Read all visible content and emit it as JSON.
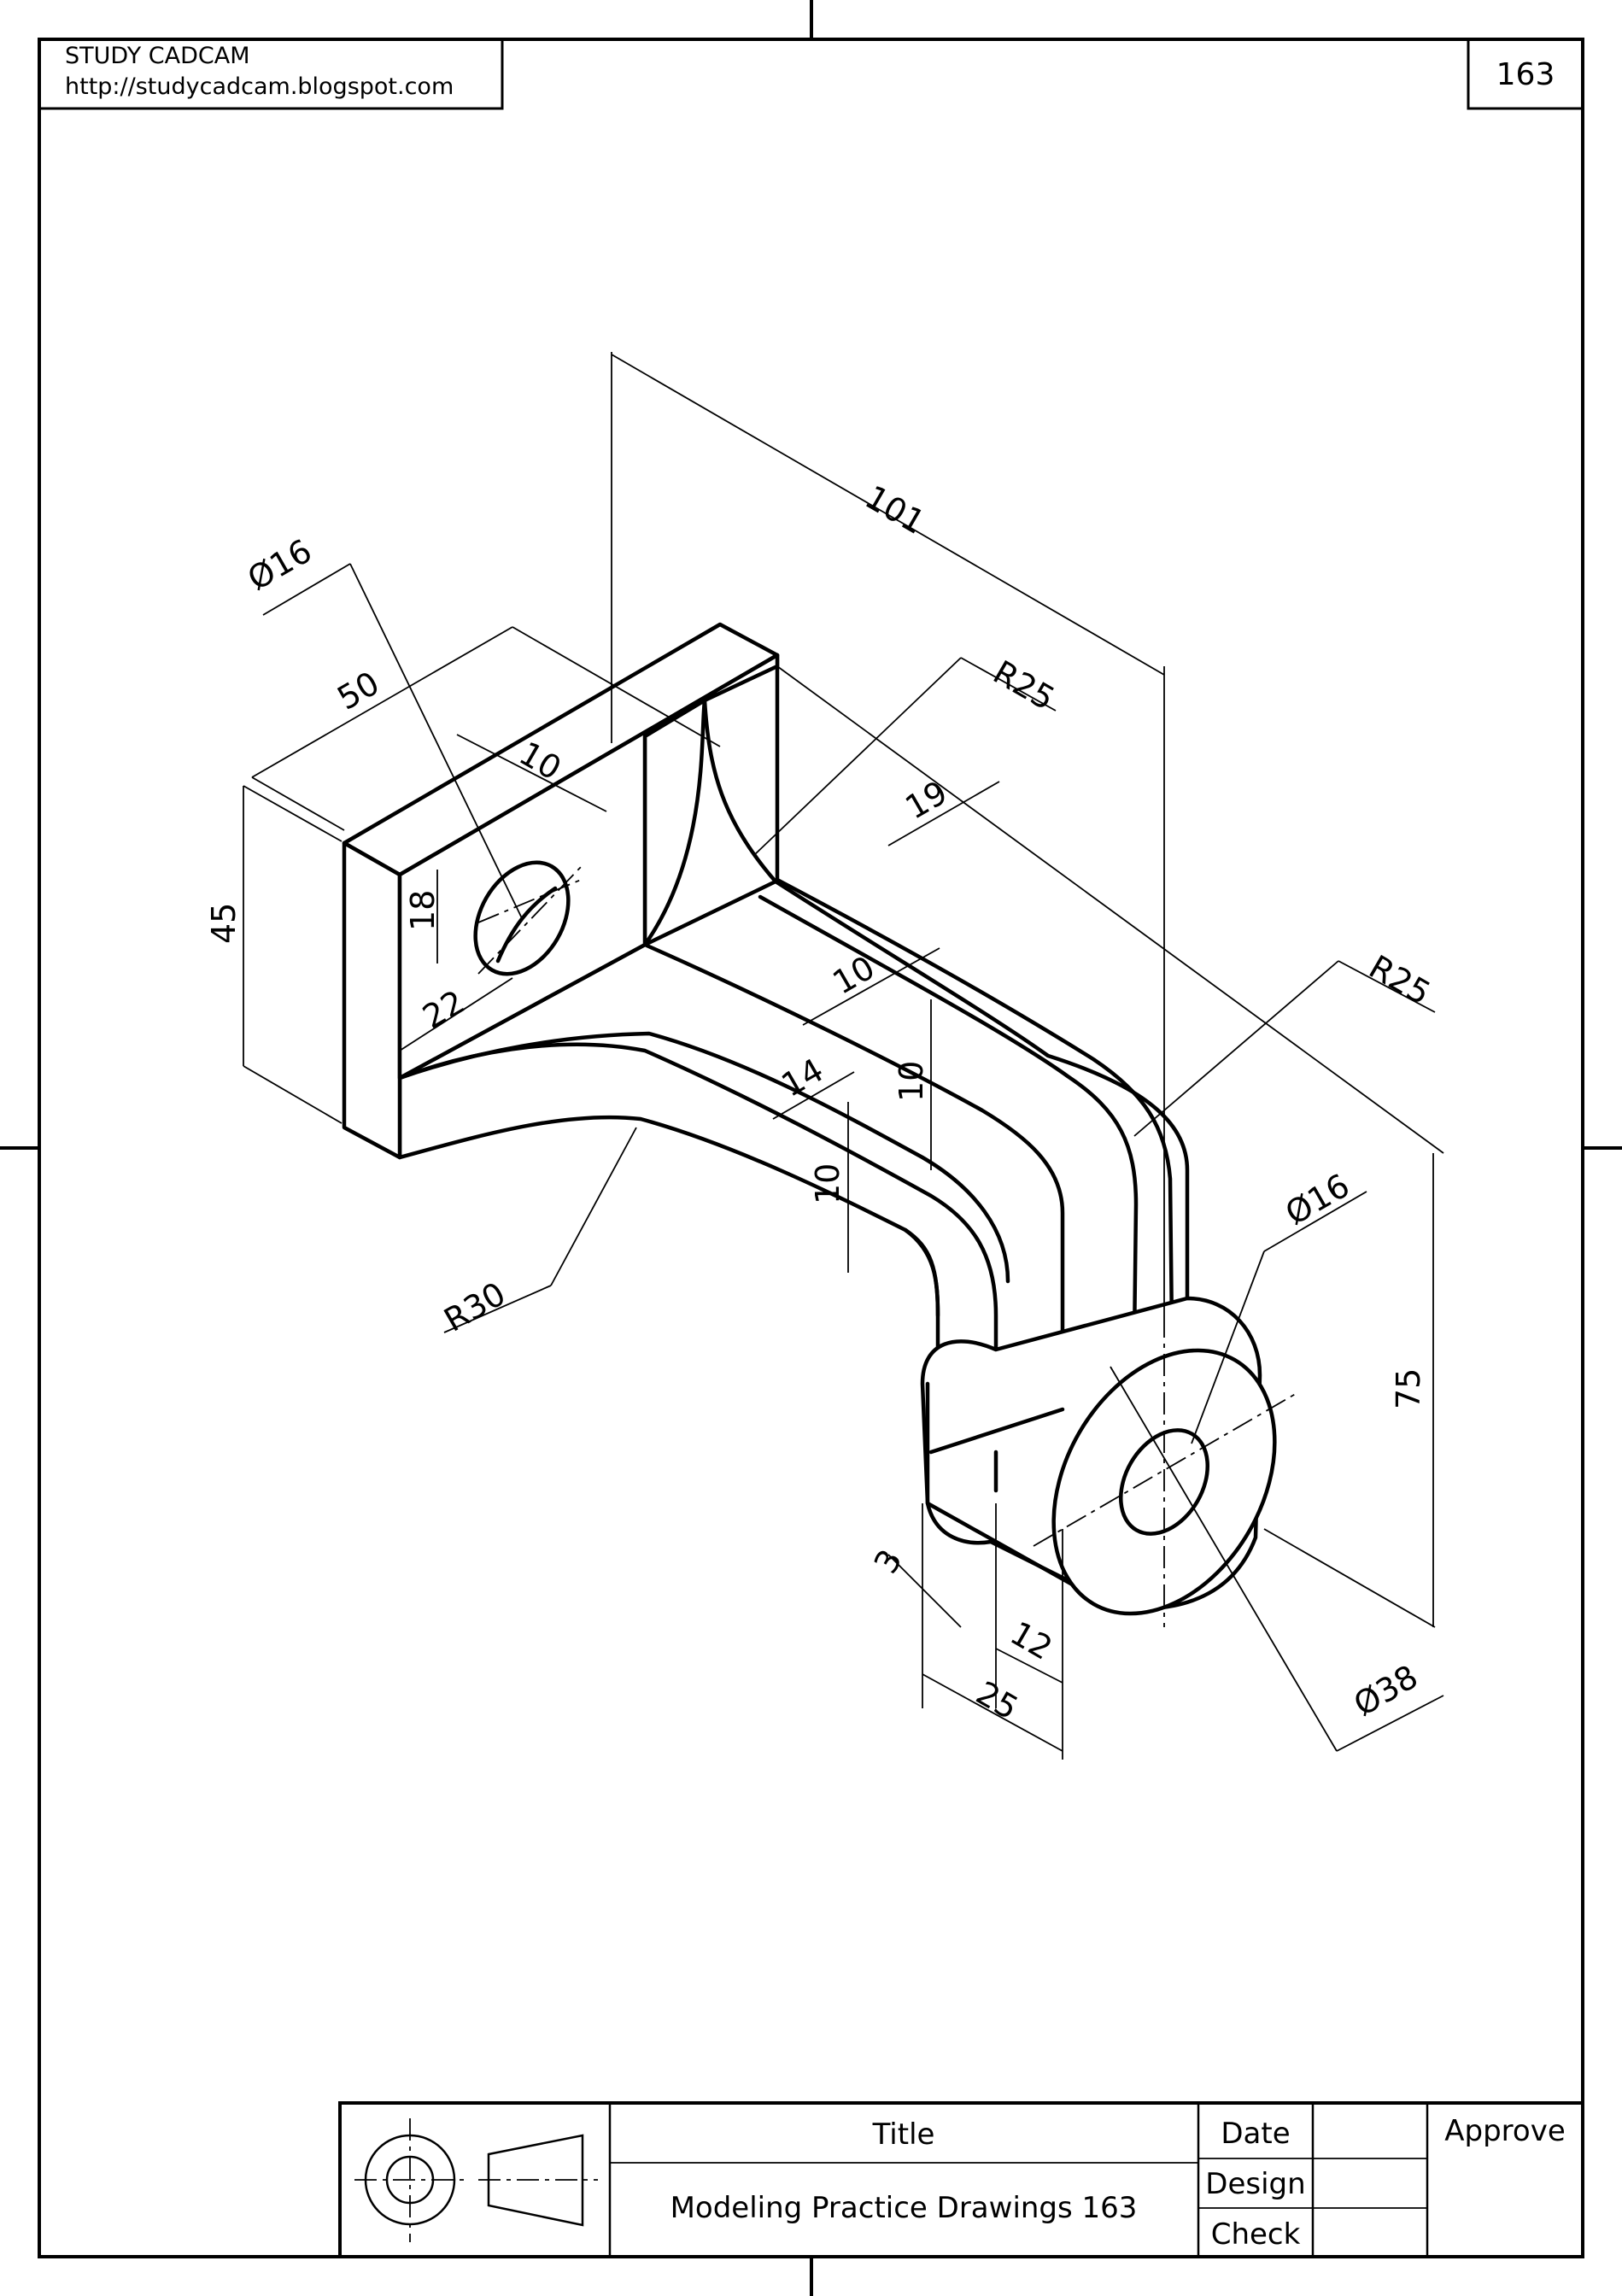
{
  "header": {
    "company": "STUDY CADCAM",
    "url": "http://studycadcam.blogspot.com",
    "sheet_number": "163"
  },
  "dimensions": {
    "d101": "101",
    "d16_top": "Ø16",
    "d50": "50",
    "d10_top": "10",
    "d45": "45",
    "d18": "18",
    "d22": "22",
    "r25_top": "R25",
    "d19": "19",
    "r25_right": "R25",
    "d10_mid": "10",
    "d14": "14",
    "d10_vert_a": "10",
    "d10_vert_b": "10",
    "r30": "R30",
    "d16_boss": "Ø16",
    "d75": "75",
    "d3": "3",
    "d12": "12",
    "d25": "25",
    "d38": "Ø38"
  },
  "title_block": {
    "title_label": "Title",
    "title_value": "Modeling Practice Drawings 163",
    "date_label": "Date",
    "design_label": "Design",
    "check_label": "Check",
    "approve_label": "Approve"
  }
}
